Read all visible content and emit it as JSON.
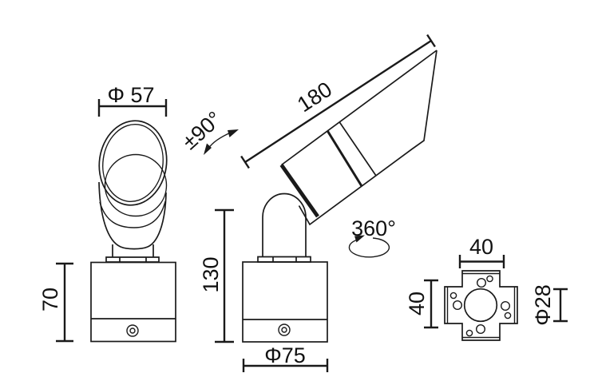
{
  "colors": {
    "line": "#1a1a1a",
    "background": "#ffffff"
  },
  "views": {
    "front": {
      "dimensions": {
        "head_diameter": "Φ 57",
        "base_height": "70"
      }
    },
    "side": {
      "dimensions": {
        "overall_height": "130",
        "base_diameter": "Φ75",
        "head_length": "180",
        "tilt_angle": "±90°",
        "rotation_angle": "360°"
      }
    },
    "mounting_plate": {
      "dimensions": {
        "width": "40",
        "height": "40",
        "hole_diameter": "Φ28"
      }
    }
  }
}
